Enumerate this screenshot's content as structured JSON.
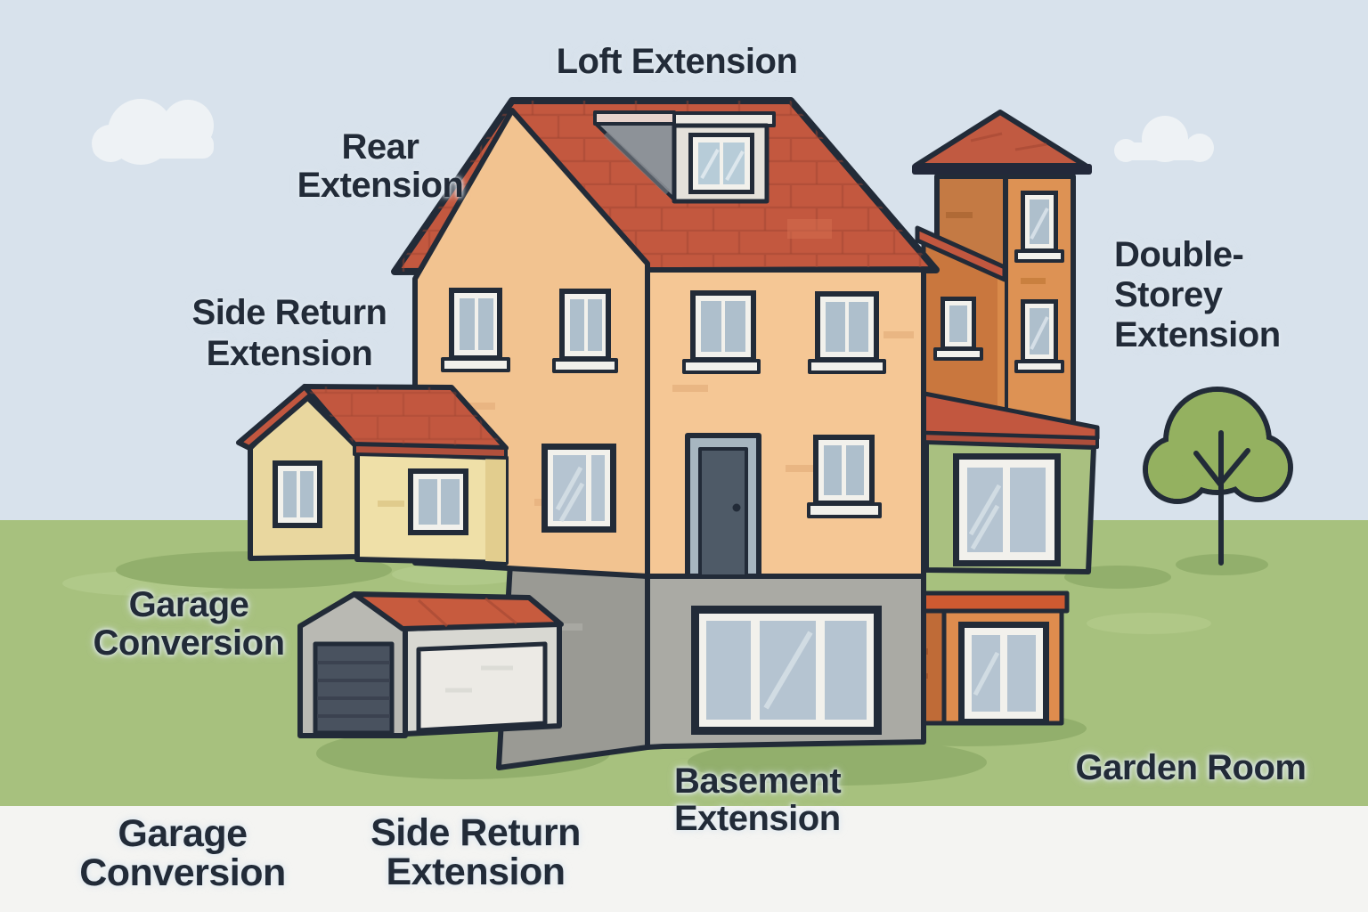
{
  "palette": {
    "sky": "#d8e2ec",
    "cloud": "#eef2f5",
    "grass": "#a7c17e",
    "grass_light": "#b3ca8c",
    "grass_shadow": "#92af6c",
    "footer_strip": "#f4f4f2",
    "outline": "#222b38",
    "roof_red": "#c3583f",
    "roof_red_dark": "#ad4e3b",
    "wall_peach": "#f4c694",
    "wall_yellow": "#ecdaa3",
    "tower_orange_dark": "#c47a44",
    "tower_orange_light": "#dd9254",
    "green_extension_wall": "#a9c080",
    "garden_room_front": "#bf6b37",
    "garden_room_side": "#de8c4e",
    "garden_room_roofbar": "#ce5a31",
    "basement_gray": "#aaaaa4",
    "garage_front_gray": "#b9b9b3",
    "garage_side_gray": "#d8d8d2",
    "door_dark": "#4e5a67",
    "window_glass": "#b5c4d1",
    "window_frame": "#f2f1ec",
    "tree_green": "#94b160",
    "bush_green": "#7d9b52",
    "text": "#222b38"
  },
  "labels": {
    "loft": {
      "lines": [
        "Loft Extension"
      ]
    },
    "rear": {
      "lines": [
        "Rear",
        "Extension"
      ]
    },
    "side_return": {
      "lines": [
        "Side Return",
        "Extension"
      ]
    },
    "garage": {
      "lines": [
        "Garage",
        "Conversion"
      ]
    },
    "double_storey": {
      "lines": [
        "Double-",
        "Storey",
        "Extension"
      ]
    },
    "garden_room": {
      "lines": [
        "Garden Room"
      ]
    },
    "basement": {
      "lines": [
        "Basement",
        "Extension"
      ]
    },
    "footer_garage": {
      "lines": [
        "Garage",
        "Conversion"
      ]
    },
    "footer_side_return": {
      "lines": [
        "Side Return",
        "Extension"
      ]
    }
  }
}
